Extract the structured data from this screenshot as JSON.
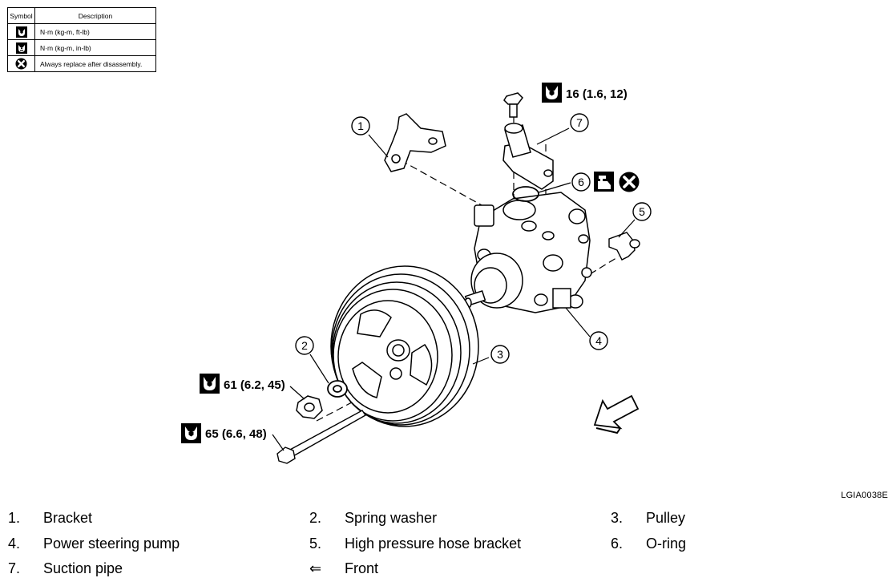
{
  "legend": {
    "header_symbol": "Symbol",
    "header_description": "Description",
    "rows": [
      {
        "icon": "torque-wrench-icon",
        "description": "N·m (kg-m, ft-lb)"
      },
      {
        "icon": "torque-wrench-small-icon",
        "description": "N·m (kg-m, in-lb)"
      },
      {
        "icon": "replace-x-icon",
        "description": "Always replace after disassembly."
      }
    ]
  },
  "diagram": {
    "callouts": [
      "1",
      "2",
      "3",
      "4",
      "5",
      "6",
      "7"
    ],
    "torque_specs": {
      "suction_bolt": "16 (1.6, 12)",
      "pulley_nut": "61 (6.2, 45)",
      "pump_bolt": "65 (6.6, 48)"
    },
    "figure_code": "LGIA0038E"
  },
  "parts": [
    [
      {
        "n": "1.",
        "t": "Bracket"
      },
      {
        "n": "2.",
        "t": "Spring washer"
      },
      {
        "n": "3.",
        "t": "Pulley"
      }
    ],
    [
      {
        "n": "4.",
        "t": "Power steering pump"
      },
      {
        "n": "5.",
        "t": "High pressure hose bracket"
      },
      {
        "n": "6.",
        "t": "O-ring"
      }
    ],
    [
      {
        "n": "7.",
        "t": "Suction pipe"
      },
      {
        "n": "⇐",
        "t": "Front"
      }
    ]
  ]
}
